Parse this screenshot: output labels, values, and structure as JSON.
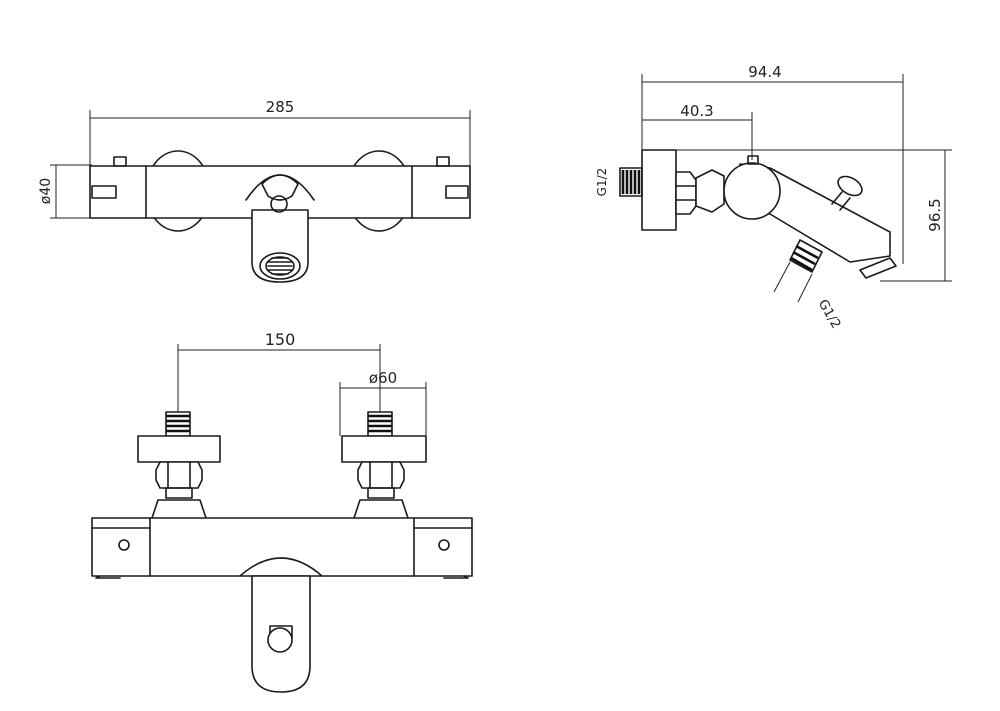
{
  "dimensions": {
    "top_view_width": "285",
    "top_view_diameter": "ø40",
    "side_view_depth": "94.4",
    "side_view_axis_offset": "40.3",
    "side_view_height": "96.5",
    "side_view_inlet_thread": "G1/2",
    "side_view_outlet_thread": "G1/2",
    "front_view_centers": "150",
    "front_view_flange_diameter": "ø60"
  }
}
